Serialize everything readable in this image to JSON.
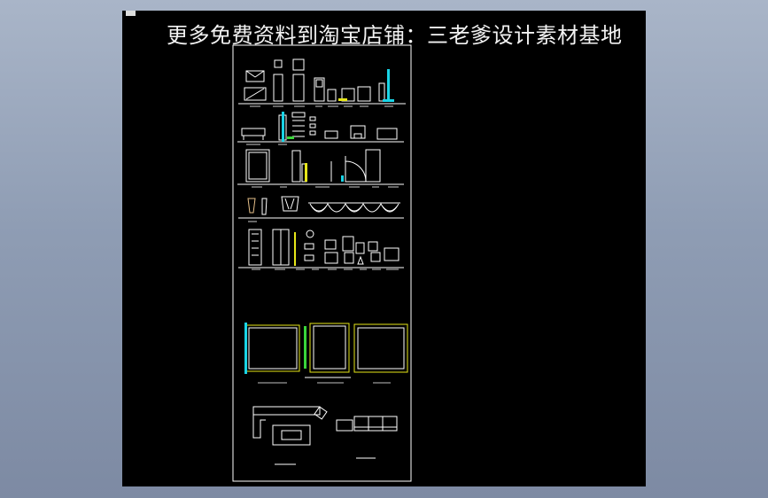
{
  "viewport": {
    "background": "#000000",
    "watermark_text": "更多免费资料到淘宝店铺：三老爹设计素材基地"
  },
  "colors": {
    "line": "#ffffff",
    "cyan": "#19d4e6",
    "yellow": "#e6e619",
    "green": "#3ad63a"
  },
  "drawing": {
    "rows": [
      {
        "name": "row-1-cabinets-appliances",
        "count": 10
      },
      {
        "name": "row-2-shelves-furniture",
        "count": 9
      },
      {
        "name": "row-3-doors-elevations",
        "count": 10
      },
      {
        "name": "row-4-curtains-valances",
        "count": 7
      },
      {
        "name": "row-5-doors-fixtures",
        "count": 12
      }
    ],
    "elevations": 3,
    "plans": 2
  }
}
